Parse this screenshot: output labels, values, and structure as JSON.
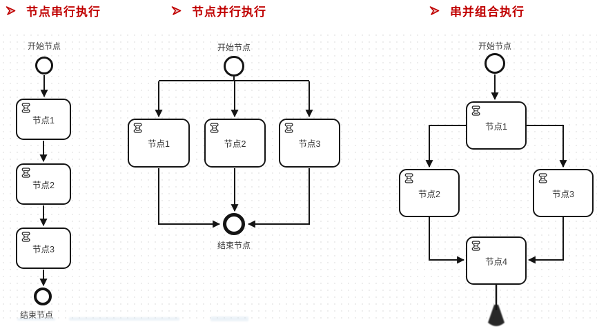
{
  "headings": [
    {
      "label": "节点串行执行"
    },
    {
      "label": "节点并行执行"
    },
    {
      "label": "串并组合执行"
    }
  ],
  "diagrams": {
    "serial": {
      "start_label": "开始节点",
      "end_label": "结束节点",
      "nodes": [
        {
          "label": "节点1"
        },
        {
          "label": "节点2"
        },
        {
          "label": "节点3"
        }
      ]
    },
    "parallel": {
      "start_label": "开始节点",
      "end_label": "结束节点",
      "nodes": [
        {
          "label": "节点1"
        },
        {
          "label": "节点2"
        },
        {
          "label": "节点3"
        }
      ]
    },
    "combined": {
      "start_label": "开始节点",
      "nodes": [
        {
          "label": "节点1"
        },
        {
          "label": "节点2"
        },
        {
          "label": "节点3"
        },
        {
          "label": "节点4"
        }
      ]
    }
  },
  "icons": {
    "bullet": "red-arrow-bullet",
    "task_marker": "script-task-icon"
  },
  "colors": {
    "accent_red": "#c00000",
    "line": "#141414",
    "canvas_dot": "#e6e6e6"
  }
}
